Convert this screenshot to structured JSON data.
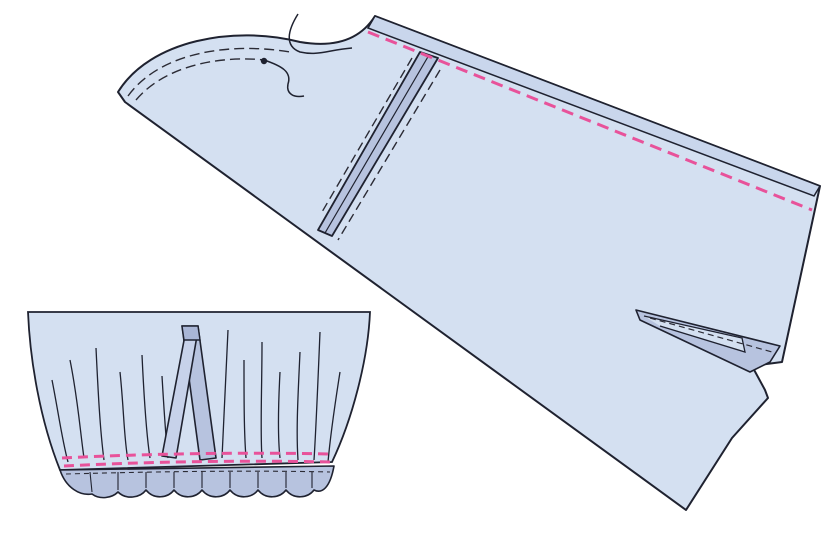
{
  "figure": {
    "colors": {
      "fabric": "#d4e0f1",
      "fabric_dark": "#b7c3df",
      "outline": "#1f2230",
      "topstitch": "#2b2b35",
      "seam_pink": "#e8529a",
      "background": "#ffffff"
    },
    "panels": [
      {
        "name": "sleeve-flat-view",
        "parts": [
          "sleeve-cap",
          "cuff-band",
          "sleeve-body",
          "placket-slit"
        ]
      },
      {
        "name": "sleeve-gathered-cuff-detail",
        "parts": [
          "gathered-sleeve",
          "placket-strip",
          "ruffle",
          "gathering-stitch"
        ]
      }
    ],
    "markers": [
      "notch-dot",
      "pattern-edge-cut"
    ]
  }
}
